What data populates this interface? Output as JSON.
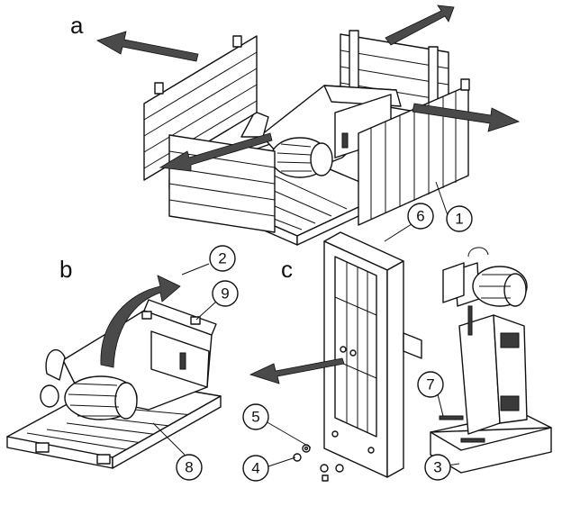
{
  "steps": {
    "a": "a",
    "b": "b",
    "c": "c"
  },
  "callouts": {
    "n1": "1",
    "n2": "2",
    "n3": "3",
    "n4": "4",
    "n5": "5",
    "n6": "6",
    "n7": "7",
    "n8": "8",
    "n9": "9"
  }
}
